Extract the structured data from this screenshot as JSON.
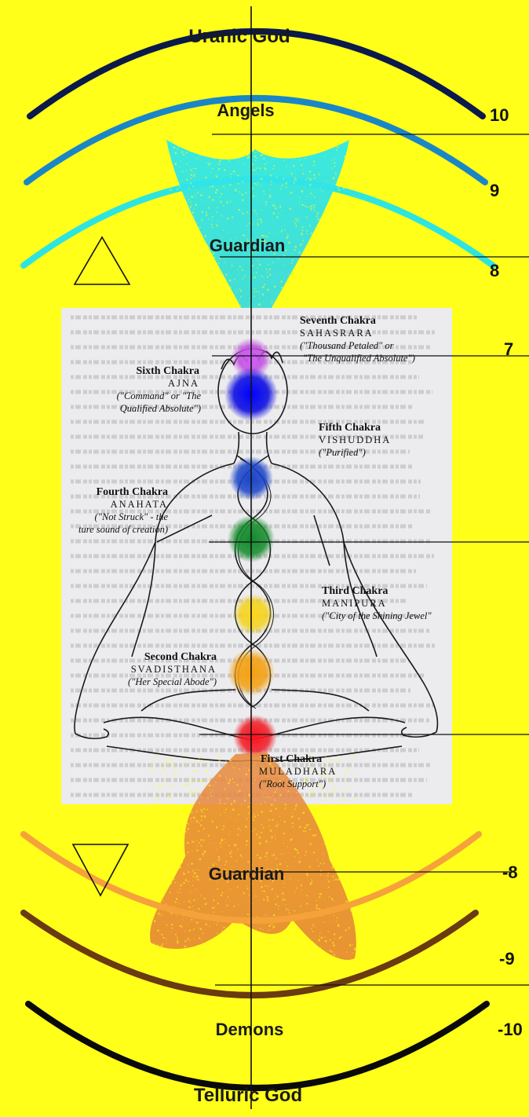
{
  "levels": {
    "top": "Uranic God",
    "angels": "Angels",
    "guardian_upper": "Guardian",
    "guardian_lower": "Guardian",
    "demons": "Demons",
    "bottom": "Telluric God"
  },
  "numbers": {
    "n10": "10",
    "n9": "9",
    "n8": "8",
    "n7": "7",
    "m8": "-8",
    "m9": "-9",
    "m10": "-10"
  },
  "chakras": {
    "seventh": {
      "title": "Seventh Chakra",
      "name": "SAHASRARA",
      "meaning1": "(\"Thousand Petaled\" or",
      "meaning2": "\"The Unqualified Absolute\")"
    },
    "sixth": {
      "title": "Sixth Chakra",
      "name": "AJNA",
      "meaning1": "(\"Command\" or \"The",
      "meaning2": "Qualified Absolute\")"
    },
    "fifth": {
      "title": "Fifth Chakra",
      "name": "VISHUDDHA",
      "meaning1": "(\"Purified\")"
    },
    "fourth": {
      "title": "Fourth Chakra",
      "name": "ANAHATA",
      "meaning1": "(\"Not Struck\" - the",
      "meaning2": "ture sound of creation)"
    },
    "third": {
      "title": "Third Chakra",
      "name": "MANIPURA",
      "meaning1": "(\"City of the Shining Jewel\""
    },
    "second": {
      "title": "Second Chakra",
      "name": "SVADISTHANA",
      "meaning1": "(\"Her Special Abode\")"
    },
    "first": {
      "title": "First Chakra",
      "name": "MULADHARA",
      "meaning1": "(\"Root Support\")"
    }
  },
  "colors": {
    "background": "#ffff1a",
    "arc_uranic": "#0b1a4a",
    "arc_angels": "#1b86c6",
    "arc_guardian_upper": "#2ee4e0",
    "arc_guardian_lower": "#f5a23a",
    "arc_demons": "#6a3a10",
    "arc_telluric": "#0a0a0a",
    "chakra_crown": "#c04ae0",
    "chakra_brow": "#1010e0",
    "chakra_throat": "#1a44c8",
    "chakra_heart": "#128a2a",
    "chakra_solar": "#f2d21c",
    "chakra_sacral": "#f2a010",
    "chakra_root": "#ee1a22"
  },
  "symbols": {
    "triangle_up": "triangle-up-icon",
    "triangle_down": "triangle-down-icon"
  }
}
